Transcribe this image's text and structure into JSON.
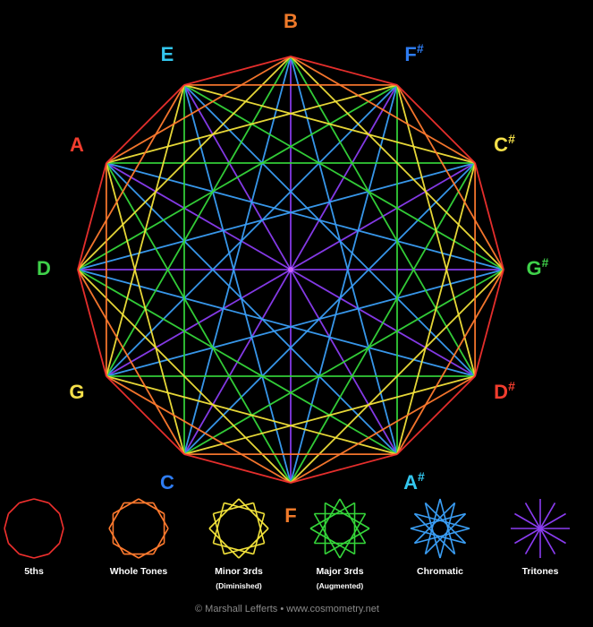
{
  "notes": [
    {
      "label": "B",
      "sharp": false,
      "color": "#f07a2a"
    },
    {
      "label": "F",
      "sharp": true,
      "color": "#2e7cf2"
    },
    {
      "label": "C",
      "sharp": true,
      "color": "#f5e04a"
    },
    {
      "label": "G",
      "sharp": true,
      "color": "#3fd14a"
    },
    {
      "label": "D",
      "sharp": true,
      "color": "#f23d2e"
    },
    {
      "label": "A",
      "sharp": true,
      "color": "#33c6ee"
    },
    {
      "label": "F",
      "sharp": false,
      "color": "#f07a2a"
    },
    {
      "label": "C",
      "sharp": false,
      "color": "#2e7cf2"
    },
    {
      "label": "G",
      "sharp": false,
      "color": "#f5e04a"
    },
    {
      "label": "D",
      "sharp": false,
      "color": "#3fd14a"
    },
    {
      "label": "A",
      "sharp": false,
      "color": "#f23d2e"
    },
    {
      "label": "E",
      "sharp": false,
      "color": "#33c6ee"
    }
  ],
  "sharp_symbol": "#",
  "intervals": [
    {
      "step": 1,
      "name": "5ths",
      "sub": "",
      "color": "#f0302e"
    },
    {
      "step": 2,
      "name": "Whole Tones",
      "sub": "",
      "color": "#ff7a2e"
    },
    {
      "step": 3,
      "name": "Minor 3rds",
      "sub": "(Diminished)",
      "color": "#f2e23a"
    },
    {
      "step": 4,
      "name": "Major 3rds",
      "sub": "(Augmented)",
      "color": "#35d63a"
    },
    {
      "step": 5,
      "name": "Chromatic",
      "sub": "",
      "color": "#3a9ef5"
    },
    {
      "step": 6,
      "name": "Tritones",
      "sub": "",
      "color": "#8a3cf0"
    }
  ],
  "credit": "© Marshall Lefferts  •  www.cosmometry.net"
}
